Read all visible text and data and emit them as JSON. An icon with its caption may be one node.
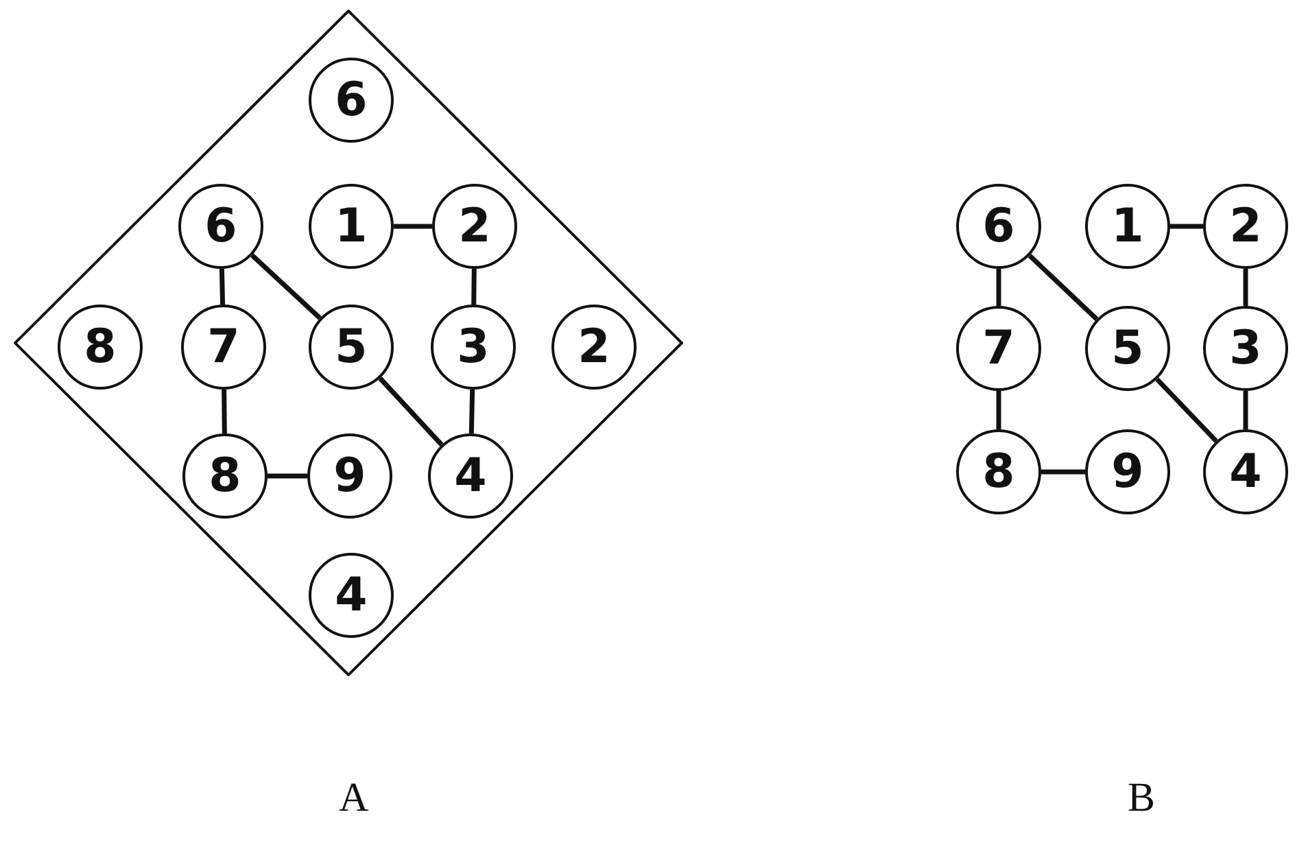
{
  "diagram": {
    "nodes": [
      {
        "text": [],
        "shape": "diamond"
      },
      {
        "text": [
          "6"
        ],
        "in": 0
      },
      {
        "text": [
          "6"
        ],
        "in": 0
      },
      {
        "text": [
          "1"
        ],
        "in": 0
      },
      {
        "text": [
          "2"
        ],
        "in": 0
      },
      {
        "text": [
          "8"
        ],
        "in": 0
      },
      {
        "text": [
          "7"
        ],
        "in": 0
      },
      {
        "text": [
          "5"
        ],
        "in": 0
      },
      {
        "text": [
          "3"
        ],
        "in": 0
      },
      {
        "text": [
          "2"
        ],
        "in": 0
      },
      {
        "text": [
          "8"
        ],
        "in": 0
      },
      {
        "text": [
          "9"
        ],
        "in": 0
      },
      {
        "text": [
          "4"
        ],
        "in": 0
      },
      {
        "text": [
          "4"
        ],
        "in": 0
      },
      {
        "text": [
          "6"
        ]
      },
      {
        "text": [
          "1"
        ]
      },
      {
        "text": [
          "2"
        ]
      },
      {
        "text": [
          "7"
        ]
      },
      {
        "text": [
          "5"
        ]
      },
      {
        "text": [
          "3"
        ]
      },
      {
        "text": [
          "8"
        ]
      },
      {
        "text": [
          "9"
        ]
      },
      {
        "text": [
          "4"
        ]
      }
    ],
    "edges": [
      {
        "from": 3,
        "to": 4,
        "arrow": "none"
      },
      {
        "from": 2,
        "to": 6,
        "arrow": "none"
      },
      {
        "from": 2,
        "to": 7,
        "arrow": "none"
      },
      {
        "from": 4,
        "to": 8,
        "arrow": "none"
      },
      {
        "from": 6,
        "to": 10,
        "arrow": "none"
      },
      {
        "from": 8,
        "to": 12,
        "arrow": "none"
      },
      {
        "from": 7,
        "to": 12,
        "arrow": "none"
      },
      {
        "from": 10,
        "to": 11,
        "arrow": "none"
      },
      {
        "from": 15,
        "to": 16,
        "arrow": "none"
      },
      {
        "from": 14,
        "to": 17,
        "arrow": "none"
      },
      {
        "from": 14,
        "to": 18,
        "arrow": "none"
      },
      {
        "from": 16,
        "to": 19,
        "arrow": "none"
      },
      {
        "from": 17,
        "to": 20,
        "arrow": "none"
      },
      {
        "from": 19,
        "to": 22,
        "arrow": "none"
      },
      {
        "from": 18,
        "to": 22,
        "arrow": "none"
      },
      {
        "from": 20,
        "to": 21,
        "arrow": "none"
      }
    ],
    "labels": [
      "A",
      "B"
    ]
  }
}
